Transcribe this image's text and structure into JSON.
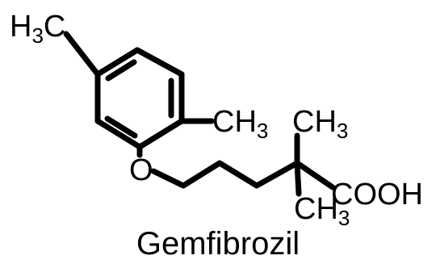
{
  "molecule": {
    "name": "Gemfibrozil",
    "labels": {
      "top_methyl": {
        "base": "H",
        "sub": "3",
        "tail": "C"
      },
      "ring_methyl": {
        "base": "CH",
        "sub": "3"
      },
      "gem_methyl_up": {
        "base": "CH",
        "sub": "3"
      },
      "gem_methyl_down": {
        "base": "CH",
        "sub": "3"
      },
      "ether_oxygen": "O",
      "carboxyl": "COOH"
    }
  }
}
